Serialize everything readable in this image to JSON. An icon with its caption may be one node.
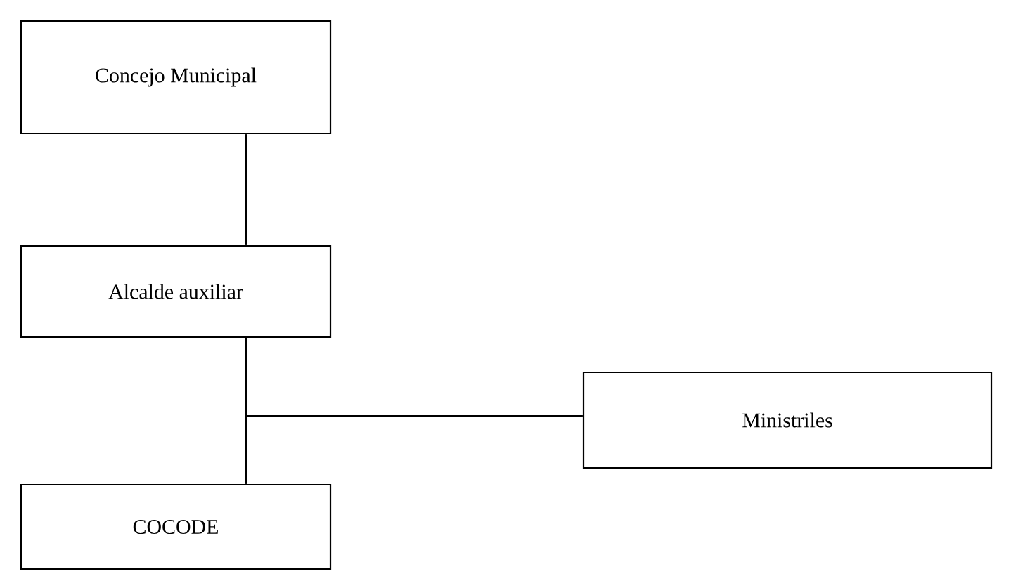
{
  "diagram": {
    "nodes": [
      {
        "text": [
          "Concejo Municipal"
        ]
      },
      {
        "text": [
          "Alcalde auxiliar"
        ]
      },
      {
        "text": [
          "Ministriles"
        ]
      },
      {
        "text": [
          "COCODE"
        ]
      }
    ],
    "edges": [
      {
        "from": 0,
        "to": 1,
        "arrow": "none"
      },
      {
        "from": 1,
        "to": 2,
        "arrow": "none"
      },
      {
        "from": 1,
        "to": 3,
        "arrow": "none"
      }
    ]
  }
}
